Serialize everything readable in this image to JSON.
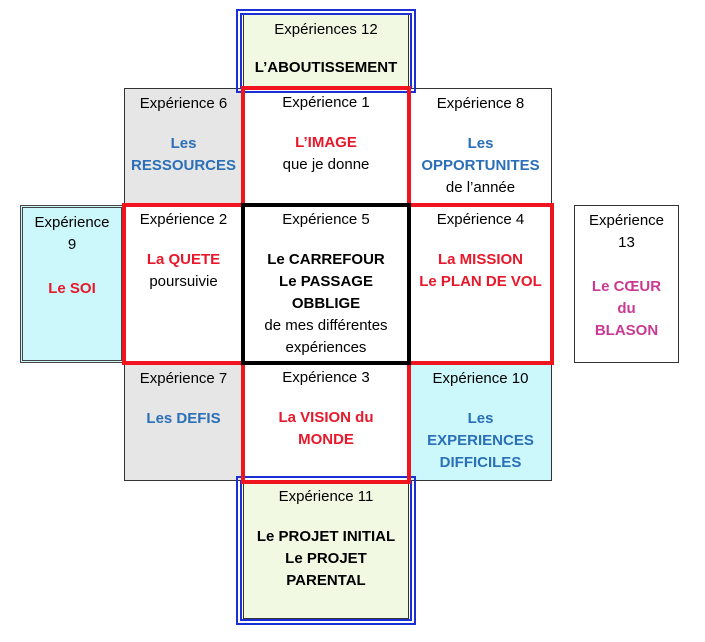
{
  "cells": {
    "e12": {
      "heading": "Expériences 12",
      "lines": [
        "L’ABOUTISSEMENT"
      ]
    },
    "e6": {
      "heading": "Expérience 6",
      "lines": [
        "Les",
        "RESSOURCES"
      ]
    },
    "e1": {
      "heading": "Expérience 1",
      "lines": [
        "L’IMAGE",
        "que je donne"
      ]
    },
    "e8": {
      "heading": "Expérience 8",
      "lines": [
        "Les",
        "OPPORTUNITES",
        "de l’année"
      ]
    },
    "e9": {
      "heading_l1": "Expérience",
      "heading_l2": "9",
      "lines": [
        "Le SOI"
      ]
    },
    "e2": {
      "heading": "Expérience 2",
      "lines": [
        "La QUETE",
        "poursuivie"
      ]
    },
    "e5": {
      "heading": "Expérience 5",
      "lines": [
        "Le CARREFOUR",
        "Le PASSAGE",
        "OBBLIGE",
        "de mes différentes",
        "expériences"
      ]
    },
    "e4": {
      "heading": "Expérience 4",
      "lines": [
        "La MISSION",
        "Le PLAN DE VOL"
      ]
    },
    "e13": {
      "heading_l1": "Expérience",
      "heading_l2": "13",
      "lines": [
        "Le CŒUR",
        "du",
        "BLASON"
      ]
    },
    "e7": {
      "heading": "Expérience 7",
      "lines": [
        "Les DEFIS"
      ]
    },
    "e3": {
      "heading": "Expérience 3",
      "lines": [
        "La VISION du",
        "MONDE"
      ]
    },
    "e10": {
      "heading": "Expérience 10",
      "lines": [
        "Les",
        "EXPERIENCES",
        "DIFFICILES"
      ]
    },
    "e11": {
      "heading": "Expérience 11",
      "lines": [
        "Le PROJET INITIAL",
        "Le PROJET",
        "PARENTAL"
      ]
    }
  },
  "colors": {
    "blue_text": "#2a6fb8",
    "red_text": "#e8182a",
    "magenta_text": "#c93a92",
    "red_frame": "#f0141e",
    "blue_frame": "#1b2fd6",
    "gray_fill": "#e6e6e6",
    "cyan_fill": "#ccf8fb",
    "lime_fill": "#f1f9e3"
  }
}
